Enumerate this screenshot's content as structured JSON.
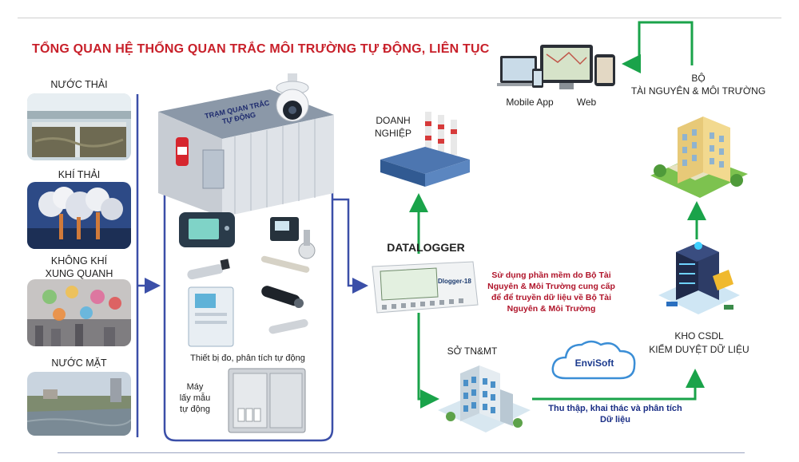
{
  "title": "TỔNG QUAN HỆ THỐNG QUAN TRẮC MÔI TRƯỜNG TỰ ĐỘNG, LIÊN TỤC",
  "sources": [
    {
      "label": "NƯỚC THẢI",
      "icon": "wastewater-photo"
    },
    {
      "label": "KHÍ THẢI",
      "icon": "emission-photo"
    },
    {
      "label": "KHÔNG KHÍ\nXUNG QUANH",
      "icon": "ambient-air-photo"
    },
    {
      "label": "NƯỚC MẶT",
      "icon": "surface-water-photo"
    }
  ],
  "station": {
    "sign": "TRẠM QUAN TRẮC\nTỰ ĐỘNG",
    "devices_label": "Thiết bị đo, phân tích tự động",
    "sampler_label": "Máy\nlấy mẫu\ntự động"
  },
  "enterprise": {
    "label": "DOANH\nNGHIỆP"
  },
  "datalogger": {
    "label": "DATALOGGER",
    "screen_text": "Dlogger-18"
  },
  "apps": {
    "mobile": "Mobile App",
    "web": "Web"
  },
  "ministry": {
    "label": "BỘ\nTÀI NGUYÊN & MÔI TRƯỜNG"
  },
  "note": "Sử dụng phần mềm do Bộ Tài\nNguyên & Môi Trường cung cấp\nđể để truyền dữ liệu về Bộ Tài\nNguyên & Môi Trường",
  "database": {
    "label": "KHO CSDL\nKIỂM DUYỆT DỮ LIỆU"
  },
  "department": {
    "label": "SỞ TN&MT"
  },
  "envisoft": {
    "label": "EnviSoft",
    "caption": "Thu thập, khai thác và phân tích\nDữ liệu"
  },
  "colors": {
    "title": "#c8202a",
    "flow_green": "#1aa34a",
    "flow_blue": "#3b4fa8",
    "note_red": "#b0142a",
    "caption_navy": "#1b2f86"
  }
}
